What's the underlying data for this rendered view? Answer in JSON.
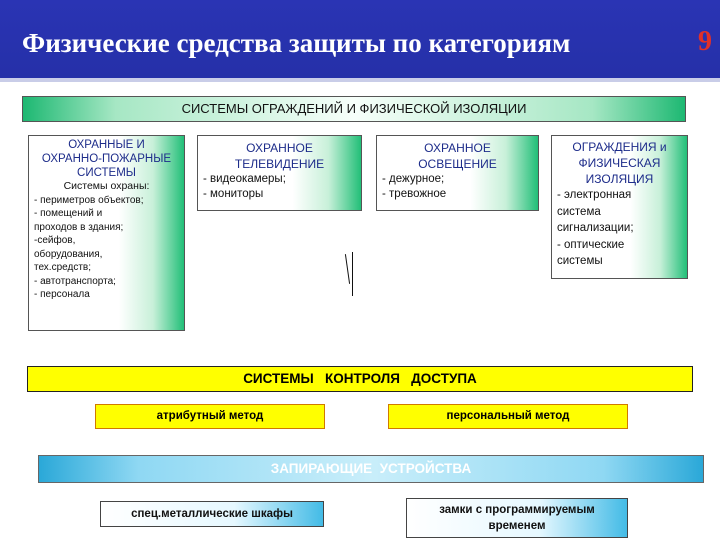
{
  "header": {
    "title": "Физические средства защиты по категориям",
    "slide_number": "9"
  },
  "top_bar": "СИСТЕМЫ ОГРАЖДЕНИЙ И ФИЗИЧЕСКОЙ ИЗОЛЯЦИИ",
  "box1": {
    "head": [
      "ОХРАННЫЕ И",
      "ОХРАННО-ПОЖАРНЫЕ",
      "СИСТЕМЫ"
    ],
    "subhead": "Системы охраны:",
    "items": [
      "- периметров объектов;",
      "- помещений и",
      "проходов в здания;",
      "-сейфов,",
      "оборудования,",
      "тех.средств;",
      "- автотранспорта;",
      "- персонала"
    ]
  },
  "box2": {
    "head": [
      "ОХРАННОЕ",
      "ТЕЛЕВИДЕНИЕ"
    ],
    "items": [
      "- видеокамеры;",
      "- мониторы"
    ]
  },
  "box3": {
    "head": [
      "ОХРАННОЕ",
      "ОСВЕЩЕНИЕ"
    ],
    "items": [
      "- дежурное;",
      "- тревожное"
    ]
  },
  "box4": {
    "head": [
      "ОГРАЖДЕНИЯ и",
      "ФИЗИЧЕСКАЯ",
      "ИЗОЛЯЦИЯ"
    ],
    "items": [
      "- электронная",
      "система",
      "сигнализации;",
      "- оптические",
      "системы"
    ]
  },
  "access_bar": "СИСТЕМЫ   КОНТРОЛЯ   ДОСТУПА",
  "attr_method": "атрибутный метод",
  "personal_method": "персональный метод",
  "locking_bar": "ЗАПИРАЮЩИЕ  УСТРОЙСТВА",
  "cabinets": "спец.металлические шкафы",
  "locks": [
    "замки с программируемым",
    "временем"
  ]
}
